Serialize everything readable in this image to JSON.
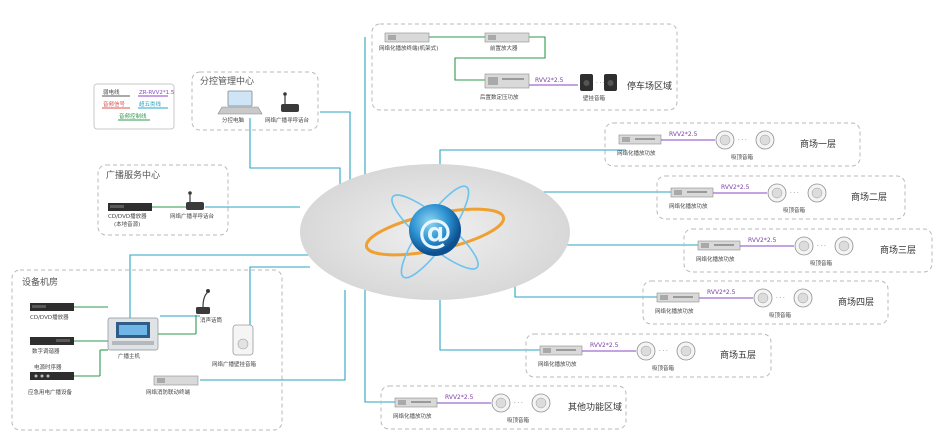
{
  "legend": {
    "items": [
      {
        "label": "弱电线",
        "color": "#555555"
      },
      {
        "label": "ZR-RVV2*1.5",
        "color": "#8a4ac0"
      },
      {
        "label": "音频信号",
        "color": "#d9534f"
      },
      {
        "label": "超五类线",
        "color": "#2aa6c4"
      },
      {
        "label": "音频控制线",
        "color": "#2f9a4e"
      }
    ]
  },
  "zones": {
    "branch": {
      "title": "分控管理中心",
      "pc_label": "分控电脑",
      "mic_label": "网络广播寻呼话台"
    },
    "service": {
      "title": "广播服务中心",
      "cd_label": "CD/DVD播放器",
      "cd_sub": "(本地音源)",
      "mic_label": "网络广播寻呼话台"
    },
    "machine": {
      "title": "设备机房",
      "dev1": "CD/DVD播放器",
      "dev2": "数字调谐器",
      "dev3": "电源时序器",
      "dev4": "应急用电广播设备",
      "host": "广播主机",
      "mic": "消声话筒",
      "wall": "网络广播壁挂音箱",
      "fire": "网络消防联动终端"
    },
    "parking": {
      "title": "停车场区域",
      "terminal": "网络化播放终端(机架式)",
      "preamp": "前置放大器",
      "amp": "后置数定压功放",
      "cable": "RVV2*2.5",
      "speaker": "壁挂音箱"
    },
    "floors": [
      {
        "title": "商场一层",
        "amp": "网络化播放功放",
        "cable": "RVV2*2.5",
        "speaker": "吸顶音箱"
      },
      {
        "title": "商场二层",
        "amp": "网络化播放功放",
        "cable": "RVV2*2.5",
        "speaker": "吸顶音箱"
      },
      {
        "title": "商场三层",
        "amp": "网络化播放功放",
        "cable": "RVV2*2.5",
        "speaker": "吸顶音箱"
      },
      {
        "title": "商场四层",
        "amp": "网络化播放功放",
        "cable": "RVV2*2.5",
        "speaker": "吸顶音箱"
      },
      {
        "title": "商场五层",
        "amp": "网络化播放功放",
        "cable": "RVV2*2.5",
        "speaker": "吸顶音箱"
      },
      {
        "title": "其他功能区域",
        "amp": "网络化播放功放",
        "cable": "RVV2*2.5",
        "speaker": "吸顶音箱"
      }
    ]
  },
  "center": {
    "icon": "network-at-icon",
    "symbol": "@"
  }
}
